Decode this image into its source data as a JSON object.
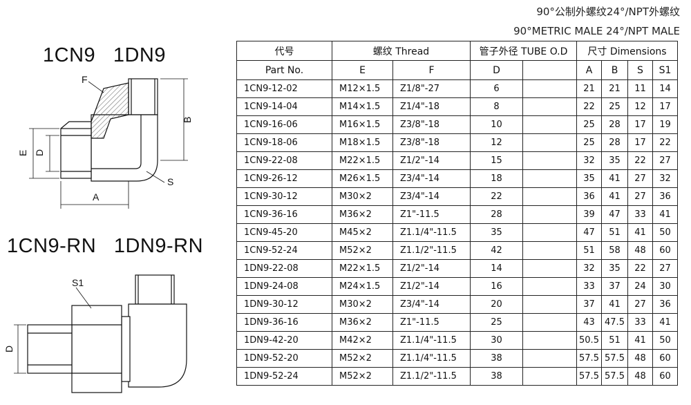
{
  "header": {
    "title_cn": "90°公制外螺纹24°/NPT外螺纹",
    "title_en": "90°METRIC MALE 24°/NPT MALE"
  },
  "drawing_top": {
    "model": "1CN9   1DN9",
    "labels": {
      "f": "F",
      "b": "B",
      "e": "E",
      "d": "D",
      "s": "S",
      "a": "A"
    }
  },
  "drawing_bottom": {
    "model": "1CN9-RN   1DN9-RN",
    "labels": {
      "s1": "S1",
      "d": "D"
    }
  },
  "table": {
    "header1": {
      "part_cn": "代号",
      "thread": "螺纹 Thread",
      "tube": "管子外径 TUBE O.D",
      "dims": "尺寸 Dimensions"
    },
    "header2": {
      "part_en": "Part No.",
      "e": "E",
      "f": "F",
      "d": "D",
      "a": "A",
      "b": "B",
      "s": "S",
      "s1": "S1"
    },
    "rows": [
      {
        "part": "1CN9-12-02",
        "e": "M12×1.5",
        "f": "Z1/8\"-27",
        "d": "6",
        "a": "21",
        "b": "21",
        "s": "11",
        "s1": "14"
      },
      {
        "part": "1CN9-14-04",
        "e": "M14×1.5",
        "f": "Z1/4\"-18",
        "d": "8",
        "a": "22",
        "b": "25",
        "s": "12",
        "s1": "17"
      },
      {
        "part": "1CN9-16-06",
        "e": "M16×1.5",
        "f": "Z3/8\"-18",
        "d": "10",
        "a": "25",
        "b": "28",
        "s": "17",
        "s1": "19"
      },
      {
        "part": "1CN9-18-06",
        "e": "M18×1.5",
        "f": "Z3/8\"-18",
        "d": "12",
        "a": "25",
        "b": "28",
        "s": "17",
        "s1": "22"
      },
      {
        "part": "1CN9-22-08",
        "e": "M22×1.5",
        "f": "Z1/2\"-14",
        "d": "15",
        "a": "32",
        "b": "35",
        "s": "22",
        "s1": "27"
      },
      {
        "part": "1CN9-26-12",
        "e": "M26×1.5",
        "f": "Z3/4\"-14",
        "d": "18",
        "a": "35",
        "b": "41",
        "s": "27",
        "s1": "32"
      },
      {
        "part": "1CN9-30-12",
        "e": "M30×2",
        "f": "Z3/4\"-14",
        "d": "22",
        "a": "36",
        "b": "41",
        "s": "27",
        "s1": "36"
      },
      {
        "part": "1CN9-36-16",
        "e": "M36×2",
        "f": "Z1\"-11.5",
        "d": "28",
        "a": "39",
        "b": "47",
        "s": "33",
        "s1": "41"
      },
      {
        "part": "1CN9-45-20",
        "e": "M45×2",
        "f": "Z1.1/4\"-11.5",
        "d": "35",
        "a": "47",
        "b": "51",
        "s": "41",
        "s1": "50"
      },
      {
        "part": "1CN9-52-24",
        "e": "M52×2",
        "f": "Z1.1/2\"-11.5",
        "d": "42",
        "a": "51",
        "b": "58",
        "s": "48",
        "s1": "60"
      },
      {
        "part": "1DN9-22-08",
        "e": "M22×1.5",
        "f": "Z1/2\"-14",
        "d": "14",
        "a": "32",
        "b": "35",
        "s": "22",
        "s1": "27"
      },
      {
        "part": "1DN9-24-08",
        "e": "M24×1.5",
        "f": "Z1/2\"-14",
        "d": "16",
        "a": "33",
        "b": "37",
        "s": "24",
        "s1": "30"
      },
      {
        "part": "1DN9-30-12",
        "e": "M30×2",
        "f": "Z3/4\"-14",
        "d": "20",
        "a": "37",
        "b": "41",
        "s": "27",
        "s1": "36"
      },
      {
        "part": "1DN9-36-16",
        "e": "M36×2",
        "f": "Z1\"-11.5",
        "d": "25",
        "a": "43",
        "b": "47.5",
        "s": "33",
        "s1": "41"
      },
      {
        "part": "1DN9-42-20",
        "e": "M42×2",
        "f": "Z1.1/4\"-11.5",
        "d": "30",
        "a": "50.5",
        "b": "51",
        "s": "41",
        "s1": "50"
      },
      {
        "part": "1DN9-52-20",
        "e": "M52×2",
        "f": "Z1.1/4\"-11.5",
        "d": "38",
        "a": "57.5",
        "b": "57.5",
        "s": "48",
        "s1": "60"
      },
      {
        "part": "1DN9-52-24",
        "e": "M52×2",
        "f": "Z1.1/2\"-11.5",
        "d": "38",
        "a": "57.5",
        "b": "57.5",
        "s": "48",
        "s1": "60"
      }
    ]
  }
}
